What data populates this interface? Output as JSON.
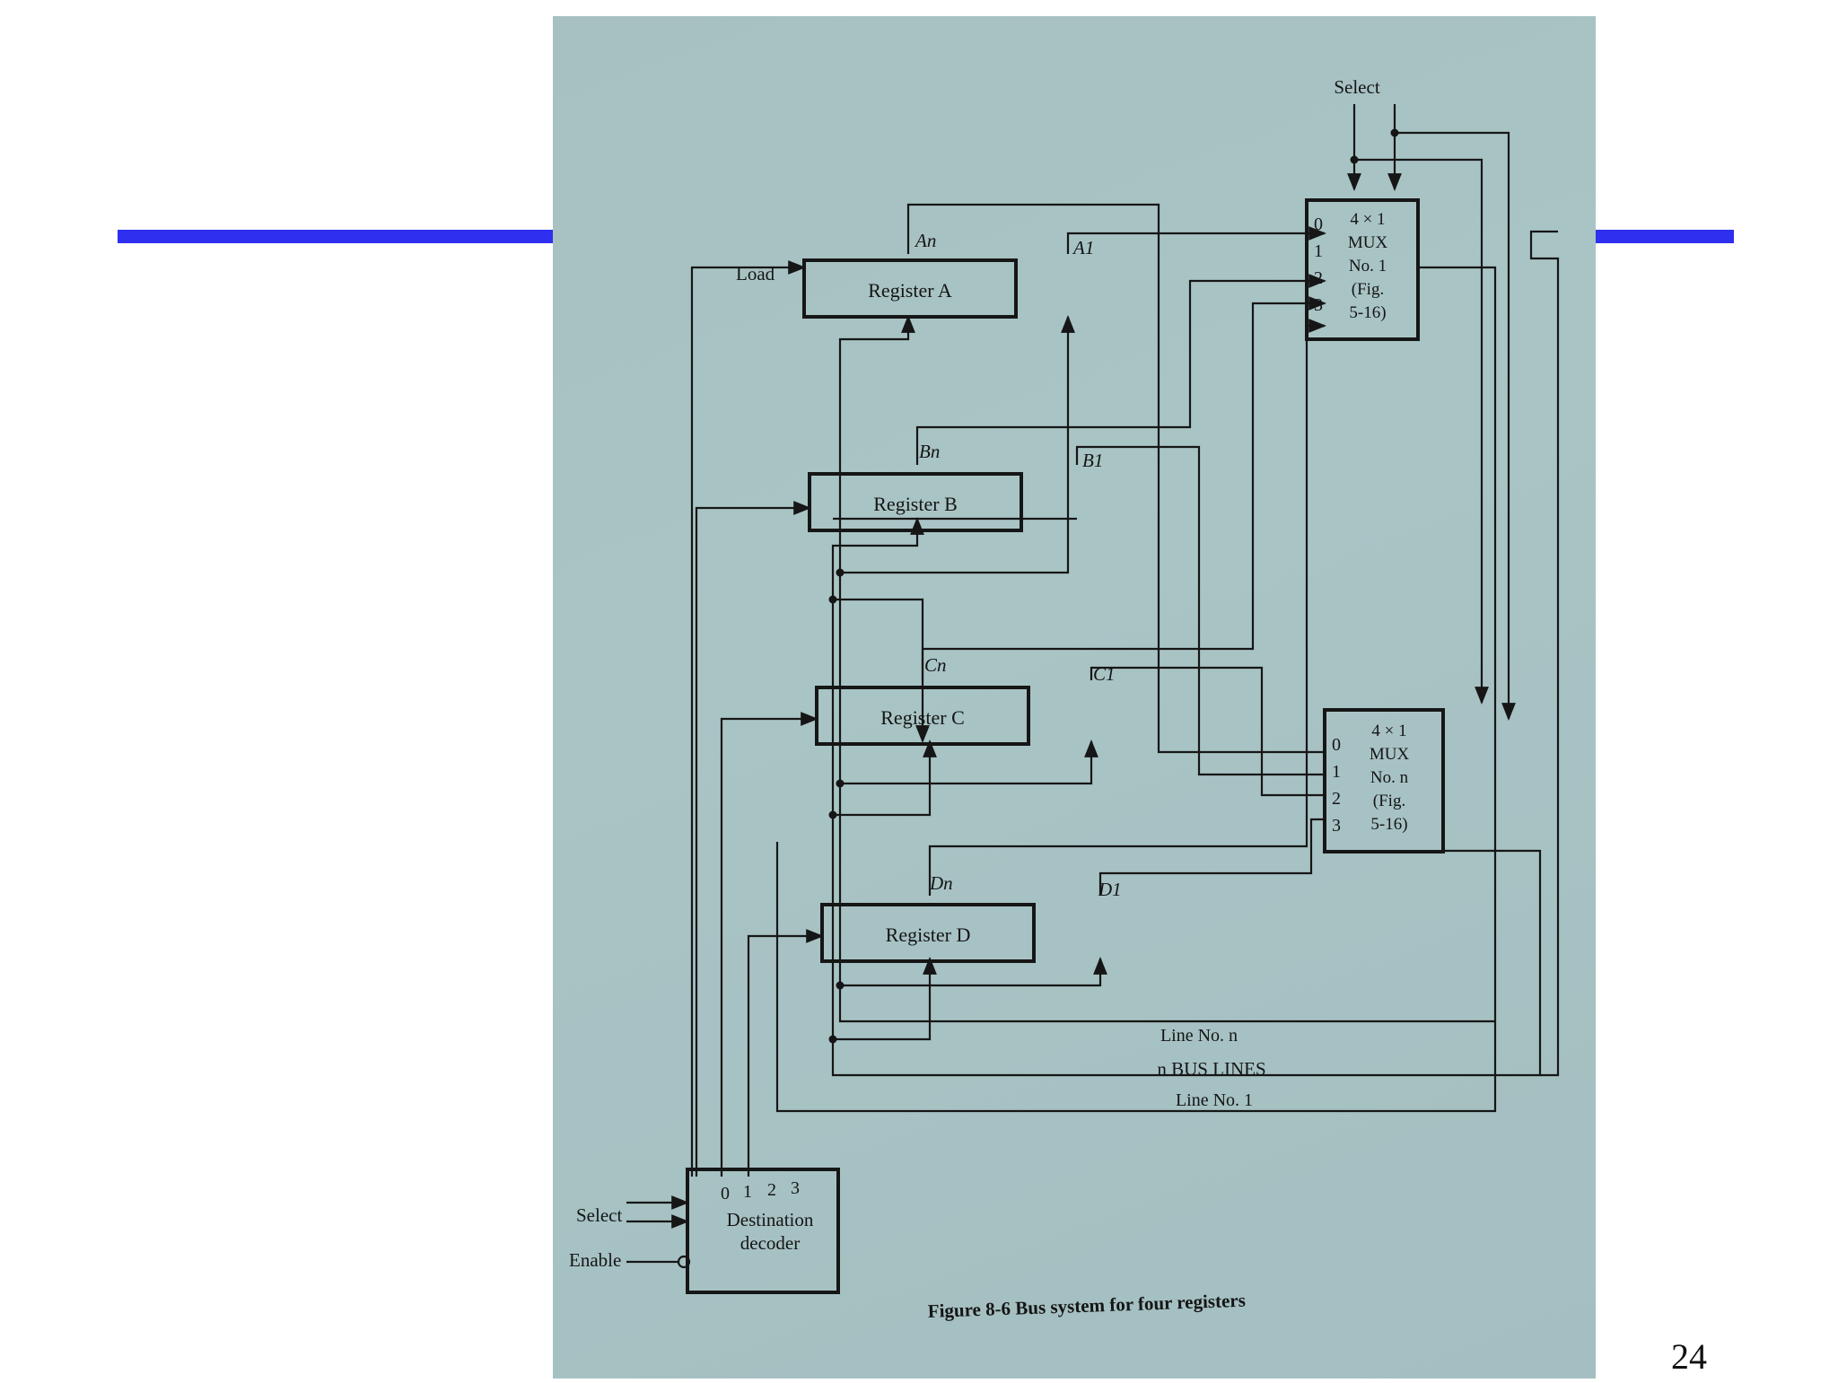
{
  "slide": {
    "page_number": "24"
  },
  "figure": {
    "caption": "Figure 8-6   Bus system for four registers",
    "mux_select_label": "Select",
    "load_label": "Load",
    "registers": [
      {
        "name": "Register A",
        "msb": "An",
        "lsb": "A1"
      },
      {
        "name": "Register B",
        "msb": "Bn",
        "lsb": "B1"
      },
      {
        "name": "Register C",
        "msb": "Cn",
        "lsb": "C1"
      },
      {
        "name": "Register D",
        "msb": "Dn",
        "lsb": "D1"
      }
    ],
    "mux_top": {
      "line1": "4 × 1",
      "line2": "MUX",
      "line3": "No. 1",
      "line4": "(Fig.",
      "line5": "5-16)",
      "inputs": [
        "0",
        "1",
        "2",
        "3"
      ]
    },
    "mux_bottom": {
      "line1": "4 × 1",
      "line2": "MUX",
      "line3": "No. n",
      "line4": "(Fig.",
      "line5": "5-16)",
      "inputs": [
        "0",
        "1",
        "2",
        "3"
      ]
    },
    "bus": {
      "line_n": "Line No. n",
      "title": "n BUS LINES",
      "line_1": "Line No. 1"
    },
    "decoder": {
      "line1": "Destination",
      "line2": "decoder",
      "outputs": [
        "0",
        "1",
        "2",
        "3"
      ],
      "select_label": "Select",
      "enable_label": "Enable"
    }
  }
}
